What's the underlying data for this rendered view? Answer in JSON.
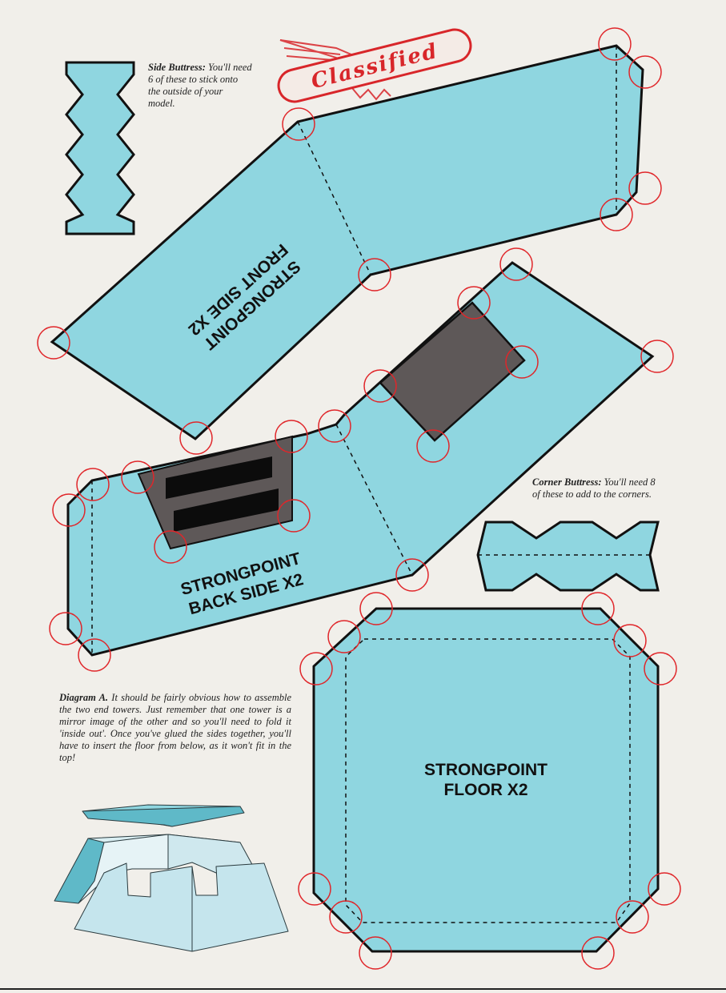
{
  "stamp": {
    "text": "Classified"
  },
  "captions": {
    "side_buttress": {
      "title": "Side Buttress:",
      "body": "You'll need 6 of these to stick onto the outside of your model."
    },
    "corner_buttress": {
      "title": "Corner Buttress:",
      "body": "You'll need 8 of these to add to the corners."
    },
    "diagram_a": {
      "title": "Diagram A.",
      "body": "It should be fairly obvious how to assemble the two end towers. Just remember that one tower is a mirror image of the other and so you'll need to fold it 'inside out'. Once you've glued the sides together, you'll have to insert the floor from below, as it won't fit in the top!"
    }
  },
  "pieces": {
    "front_side": {
      "line1": "STRONGPOINT",
      "line2": "FRONT SIDE X2"
    },
    "back_side": {
      "line1": "STRONGPOINT",
      "line2": "BACK SIDE X2"
    },
    "floor": {
      "line1": "STRONGPOINT",
      "line2": "FLOOR X2"
    }
  },
  "colors": {
    "piece_fill": "#8fd6e0",
    "window_fill": "#5e5858",
    "marker_red": "#e0262a",
    "outline": "#111111",
    "paper": "#f1efea"
  }
}
